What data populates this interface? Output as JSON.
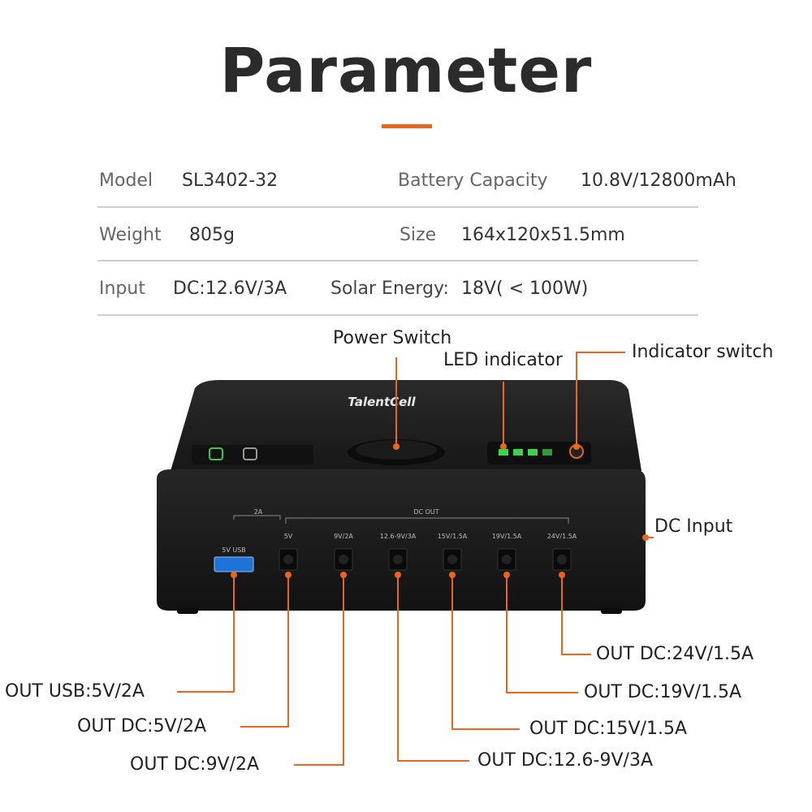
{
  "title": "Parameter",
  "specs": {
    "model_label": "Model",
    "model_value": "SL3402-32",
    "capacity_label": "Battery Capacity",
    "capacity_value": "10.8V/12800mAh",
    "weight_label": "Weight",
    "weight_value": "805g",
    "size_label": "Size",
    "size_value": "164x120x51.5mm",
    "input_label": "Input",
    "input_value": "DC:12.6V/3A",
    "solar_label": "Solar Energy:",
    "solar_value": "18V( < 100W)"
  },
  "callouts": {
    "power_switch": "Power Switch",
    "led_indicator": "LED indicator",
    "indicator_switch": "Indicator switch",
    "dc_input": "DC Input"
  },
  "outputs": {
    "usb": "OUT USB:5V/2A",
    "dc5": "OUT DC:5V/2A",
    "dc9": "OUT DC:9V/2A",
    "dc12": "OUT DC:12.6-9V/3A",
    "dc15": "OUT DC:15V/1.5A",
    "dc19": "OUT DC:19V/1.5A",
    "dc24": "OUT DC:24V/1.5A"
  },
  "device": {
    "brand": "TalentCell",
    "group_2a": "2A",
    "group_dc_out": "DC OUT",
    "port_usb": "5V USB",
    "port_5v": "5V",
    "port_9v": "9V/2A",
    "port_12v": "12.6-9V/3A",
    "port_15v": "15V/1.5A",
    "port_19v": "19V/1.5A",
    "port_24v": "24V/1.5A"
  },
  "colors": {
    "accent": "#e8671c",
    "device_body": "#1e1e1e",
    "usb_blue": "#1e73d8",
    "led_green": "#38d64b"
  }
}
